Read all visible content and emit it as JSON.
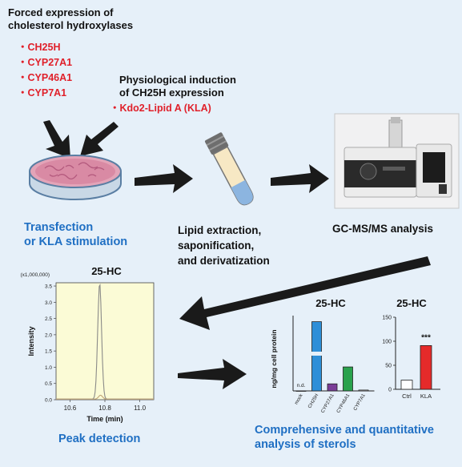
{
  "forced_expression": {
    "title_line1": "Forced expression of",
    "title_line2": "cholesterol hydroxylases",
    "enzymes": [
      "・CH25H",
      "・CYP27A1",
      "・CYP46A1",
      "・CYP7A1"
    ]
  },
  "physiological": {
    "title_line1": "Physiological induction",
    "title_line2": "of CH25H expression",
    "agent": "・Kdo2-Lipid A (KLA)"
  },
  "steps": {
    "transfection_line1": "Transfection",
    "transfection_line2": "or KLA stimulation",
    "lipid_line1": "Lipid extraction,",
    "lipid_line2": "saponification,",
    "lipid_line3": "and derivatization",
    "gcms": "GC-MS/MS analysis",
    "peak": "Peak detection",
    "comprehensive_line1": "Comprehensive and quantitative",
    "comprehensive_line2": "analysis of sterols"
  },
  "chart_data": [
    {
      "type": "line",
      "title": "25-HC",
      "xlabel": "Time (min)",
      "ylabel": "Intensity",
      "y_multiplier_label": "(x1,000,000)",
      "x_ticks": [
        "10.6",
        "10.8",
        "11.0"
      ],
      "y_ticks": [
        "0.0",
        "0.5",
        "1.0",
        "1.5",
        "2.0",
        "2.5",
        "3.0",
        "3.5"
      ],
      "xlim": [
        10.52,
        11.08
      ],
      "ylim": [
        0,
        3.6
      ],
      "series": [
        {
          "color": "#8a8a88",
          "peak_x": 10.77,
          "peak_y": 3.57
        },
        {
          "color": "#c0a478",
          "peak_x": 10.775,
          "peak_y": 0.12
        }
      ]
    },
    {
      "type": "bar",
      "title": "25-HC",
      "ylabel": "ng/mg cell protein",
      "categories": [
        "mock",
        "CH25H",
        "CYP27A1",
        "CYP46A1",
        "CYP7A1"
      ],
      "values": [
        0,
        360,
        5,
        17,
        0.6
      ],
      "labels": [
        "n.d.",
        "",
        "",
        "",
        ""
      ],
      "colors": [
        "#ffffff",
        "#2e8fd8",
        "#7a3d98",
        "#2aa24d",
        "#ffffff"
      ],
      "y_break": true
    },
    {
      "type": "bar",
      "title": "25-HC",
      "categories": [
        "Ctrl",
        "KLA"
      ],
      "values": [
        19,
        91
      ],
      "ylim": [
        0,
        150
      ],
      "y_ticks": [
        "0",
        "50",
        "100",
        "150"
      ],
      "annotation": "***",
      "colors": [
        "#ffffff",
        "#e52a2a"
      ]
    }
  ]
}
